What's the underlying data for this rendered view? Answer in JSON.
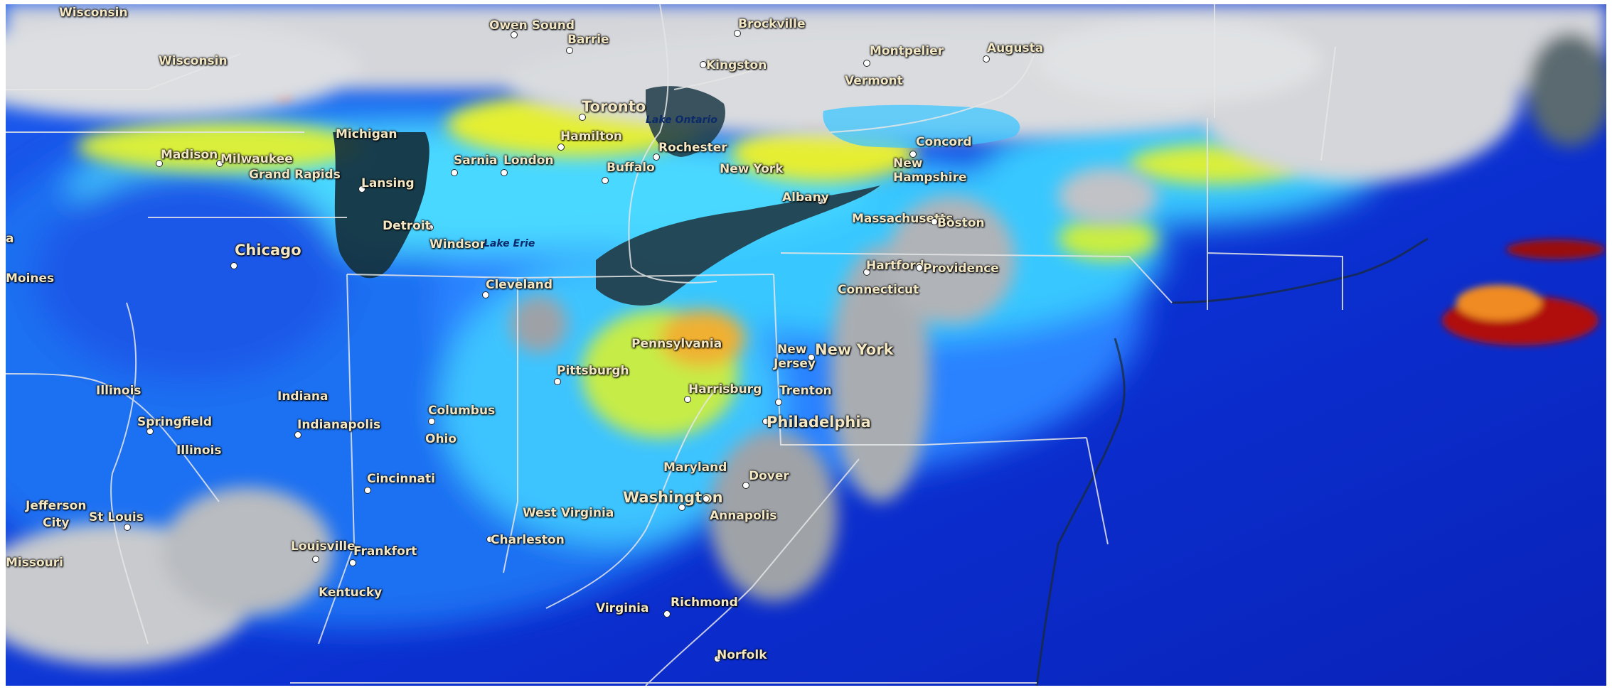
{
  "map": {
    "colors": {
      "cloud": "#d7d9dc",
      "low": "#0a35d0",
      "mid": "#2f8cff",
      "cyan": "#3fd7ff",
      "yellow": "#e8ef35",
      "orange": "#f5a623",
      "red": "#9b0f0f",
      "lake": "#1f3a4a",
      "border": "#e6e6e6"
    },
    "places": [
      {
        "name": "Wisconsin",
        "kind": "state"
      },
      {
        "name": "Wisconsin",
        "kind": "state"
      },
      {
        "name": "Owen Sound",
        "kind": "city"
      },
      {
        "name": "Barrie",
        "kind": "city"
      },
      {
        "name": "Brockville",
        "kind": "city"
      },
      {
        "name": "Kingston",
        "kind": "city"
      },
      {
        "name": "Montpelier",
        "kind": "city"
      },
      {
        "name": "Vermont",
        "kind": "state"
      },
      {
        "name": "Augusta",
        "kind": "city"
      },
      {
        "name": "Toronto",
        "kind": "major"
      },
      {
        "name": "Lake Ontario",
        "kind": "water"
      },
      {
        "name": "Hamilton",
        "kind": "city"
      },
      {
        "name": "Rochester",
        "kind": "city"
      },
      {
        "name": "Concord",
        "kind": "city"
      },
      {
        "name": "New",
        "kind": "state"
      },
      {
        "name": "Hampshire",
        "kind": "state"
      },
      {
        "name": "Michigan",
        "kind": "state"
      },
      {
        "name": "Madison",
        "kind": "city"
      },
      {
        "name": "Milwaukee",
        "kind": "city"
      },
      {
        "name": "Grand Rapids",
        "kind": "city"
      },
      {
        "name": "Sarnia",
        "kind": "city"
      },
      {
        "name": "London",
        "kind": "city"
      },
      {
        "name": "Buffalo",
        "kind": "city"
      },
      {
        "name": "New York",
        "kind": "state"
      },
      {
        "name": "Lansing",
        "kind": "city"
      },
      {
        "name": "Albany",
        "kind": "city"
      },
      {
        "name": "Massachusetts",
        "kind": "state"
      },
      {
        "name": "Boston",
        "kind": "city"
      },
      {
        "name": "Detroit",
        "kind": "city"
      },
      {
        "name": "Windsor",
        "kind": "city"
      },
      {
        "name": "Lake Erie",
        "kind": "water"
      },
      {
        "name": "a",
        "kind": "state"
      },
      {
        "name": "Chicago",
        "kind": "major"
      },
      {
        "name": "Hartford",
        "kind": "city"
      },
      {
        "name": "Providence",
        "kind": "city"
      },
      {
        "name": "Moines",
        "kind": "city"
      },
      {
        "name": "Cleveland",
        "kind": "city"
      },
      {
        "name": "Connecticut",
        "kind": "state"
      },
      {
        "name": "Pennsylvania",
        "kind": "state"
      },
      {
        "name": "New",
        "kind": "state"
      },
      {
        "name": "New York",
        "kind": "major"
      },
      {
        "name": "Jersey",
        "kind": "state"
      },
      {
        "name": "Pittsburgh",
        "kind": "city"
      },
      {
        "name": "Illinois",
        "kind": "state"
      },
      {
        "name": "Indiana",
        "kind": "state"
      },
      {
        "name": "Harrisburg",
        "kind": "city"
      },
      {
        "name": "Trenton",
        "kind": "city"
      },
      {
        "name": "Columbus",
        "kind": "city"
      },
      {
        "name": "Springfield",
        "kind": "city"
      },
      {
        "name": "Indianapolis",
        "kind": "city"
      },
      {
        "name": "Philadelphia",
        "kind": "major"
      },
      {
        "name": "Ohio",
        "kind": "state"
      },
      {
        "name": "Illinois",
        "kind": "state"
      },
      {
        "name": "Maryland",
        "kind": "state"
      },
      {
        "name": "Dover",
        "kind": "city"
      },
      {
        "name": "Cincinnati",
        "kind": "city"
      },
      {
        "name": "Washington",
        "kind": "major"
      },
      {
        "name": "Jefferson",
        "kind": "city"
      },
      {
        "name": "City",
        "kind": "city"
      },
      {
        "name": "St Louis",
        "kind": "city"
      },
      {
        "name": "West Virginia",
        "kind": "state"
      },
      {
        "name": "Annapolis",
        "kind": "city"
      },
      {
        "name": "Charleston",
        "kind": "city"
      },
      {
        "name": "Louisville",
        "kind": "city"
      },
      {
        "name": "Frankfort",
        "kind": "city"
      },
      {
        "name": "Missouri",
        "kind": "state"
      },
      {
        "name": "Kentucky",
        "kind": "state"
      },
      {
        "name": "Richmond",
        "kind": "city"
      },
      {
        "name": "Virginia",
        "kind": "state"
      },
      {
        "name": "Norfolk",
        "kind": "city"
      }
    ]
  }
}
